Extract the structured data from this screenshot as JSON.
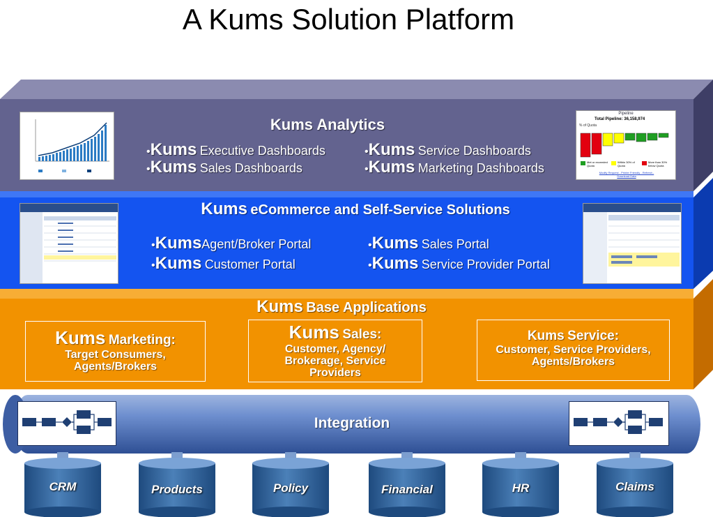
{
  "title": "A Kums Solution Platform",
  "analytics": {
    "heading": "Kums Analytics",
    "items": [
      {
        "brand": "Kums",
        "text": "Executive Dashboards"
      },
      {
        "brand": "Kums",
        "text": "Service Dashboards"
      },
      {
        "brand": "Kums",
        "text": "Sales Dashboards"
      },
      {
        "brand": "Kums",
        "text": "Marketing Dashboards"
      }
    ],
    "pipeline": {
      "title": "Pipeline",
      "total": "Total Pipeline: 36,158,974",
      "pct_label": "% of Quota",
      "legend": [
        "Met or exceeded Quota",
        "Within 30% of Quota",
        "More than 30% below Quota"
      ],
      "links": "Modify Request - Printer Friendly - Refresh - Download Data"
    }
  },
  "ecommerce": {
    "heading_brand": "Kums",
    "heading_text": "eCommerce and Self-Service Solutions",
    "items": [
      {
        "brand": "Kums",
        "text": "Agent/Broker Portal"
      },
      {
        "brand": "Kums",
        "text": "Sales Portal"
      },
      {
        "brand": "Kums",
        "text": "Customer Portal"
      },
      {
        "brand": "Kums",
        "text": "Service Provider Portal"
      }
    ]
  },
  "base": {
    "heading_brand": "Kums",
    "heading_text": "Base Applications",
    "apps": [
      {
        "brand": "Kums",
        "name": "Marketing:",
        "desc": [
          "Target Consumers,",
          "Agents/Brokers"
        ]
      },
      {
        "brand": "Kums",
        "name": "Sales:",
        "desc": [
          "Customer, Agency/",
          "Brokerage, Service",
          "Providers"
        ]
      },
      {
        "brand": "Kums",
        "name": "Service:",
        "desc": [
          "Customer, Service Providers,",
          "Agents/Brokers"
        ]
      }
    ]
  },
  "integration": {
    "label": "Integration"
  },
  "databases": [
    "CRM",
    "Products",
    "Policy",
    "Financial",
    "HR",
    "Claims"
  ],
  "colors": {
    "analytics": "#63638f",
    "ecommerce": "#1454f0",
    "base": "#f29200",
    "integration": "#5d7ebf",
    "database": "#3c6ea4"
  }
}
